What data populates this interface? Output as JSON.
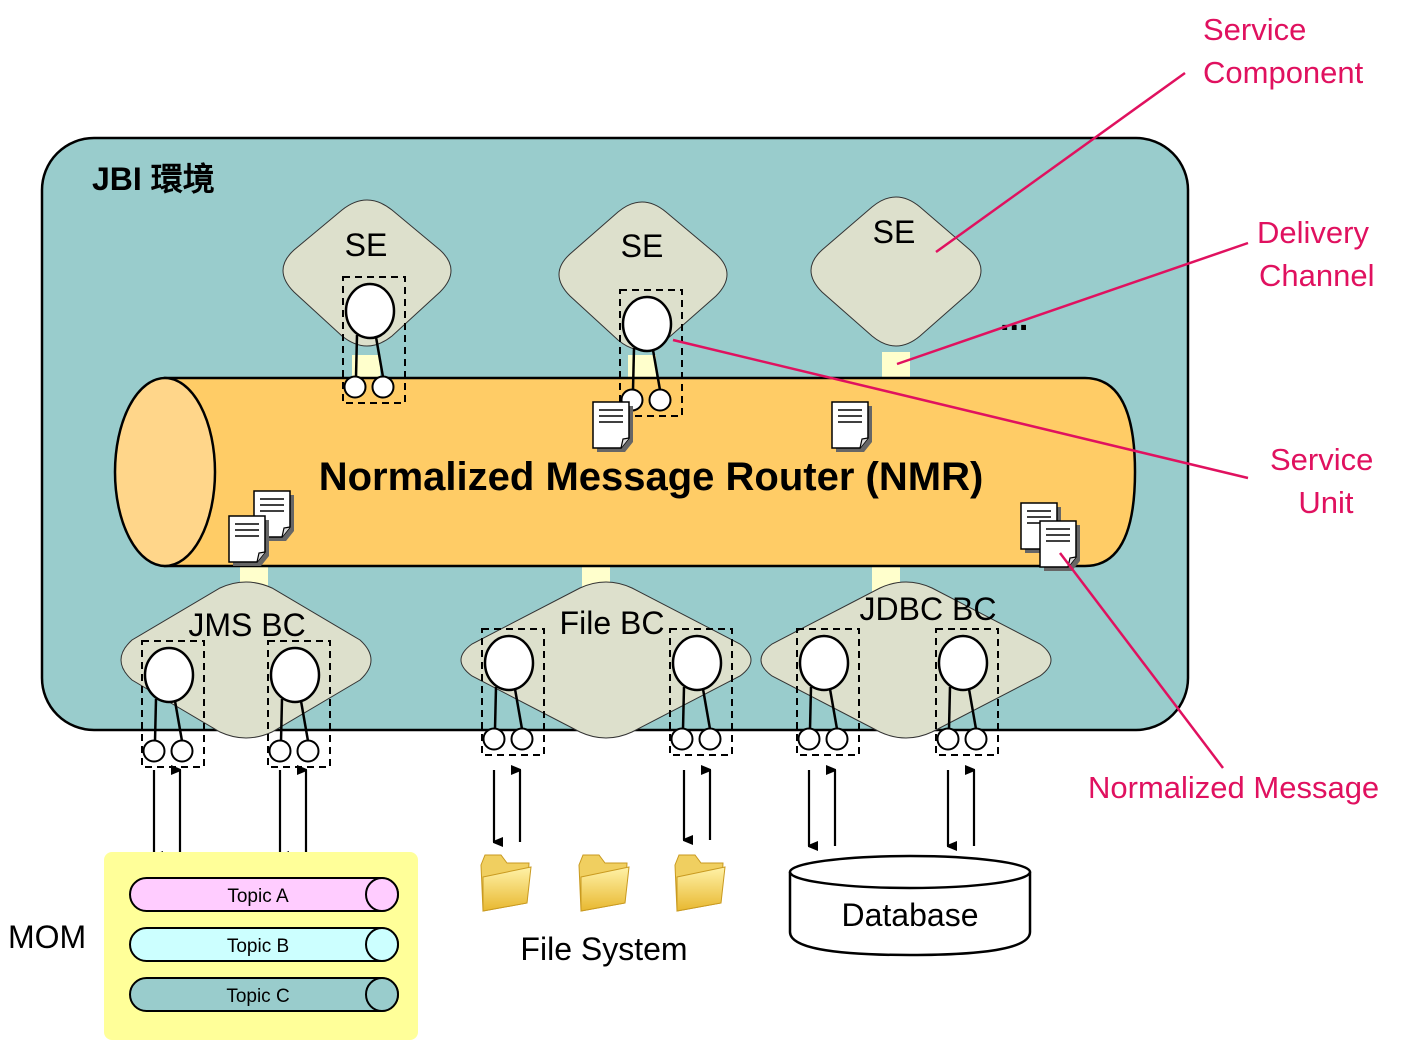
{
  "environment": {
    "title": "JBI 環境",
    "fill": "#99cccc"
  },
  "service_engines": [
    {
      "label": "SE",
      "has_service_unit": true
    },
    {
      "label": "SE",
      "has_service_unit": true
    },
    {
      "label": "SE",
      "has_service_unit": false
    }
  ],
  "ellipsis": "...",
  "nmr": {
    "label": "Normalized Message Router (NMR)",
    "fill": "#ffcc66",
    "end_fill": "#ffd68a"
  },
  "binding_components": [
    {
      "label": "JMS BC",
      "service_units": 2
    },
    {
      "label": "File BC",
      "service_units": 2
    },
    {
      "label": "JDBC BC",
      "service_units": 2
    }
  ],
  "annotations": {
    "service_component": [
      "Service",
      "Component"
    ],
    "delivery_channel": [
      "Delivery",
      "Channel"
    ],
    "service_unit": [
      "Service",
      "Unit"
    ],
    "normalized_message": "Normalized Message",
    "color": "#e0115f"
  },
  "mom": {
    "label": "MOM",
    "fill": "#ffff99",
    "topics": [
      {
        "label": "Topic A",
        "color": "#ffccff"
      },
      {
        "label": "Topic B",
        "color": "#ccffff"
      },
      {
        "label": "Topic C",
        "color": "#99cccc"
      }
    ]
  },
  "file_system": {
    "label": "File System",
    "folder_count": 3
  },
  "database": {
    "label": "Database"
  },
  "colors": {
    "component_fill": "#dde0cc",
    "channel_fill": "#ffffcc"
  }
}
